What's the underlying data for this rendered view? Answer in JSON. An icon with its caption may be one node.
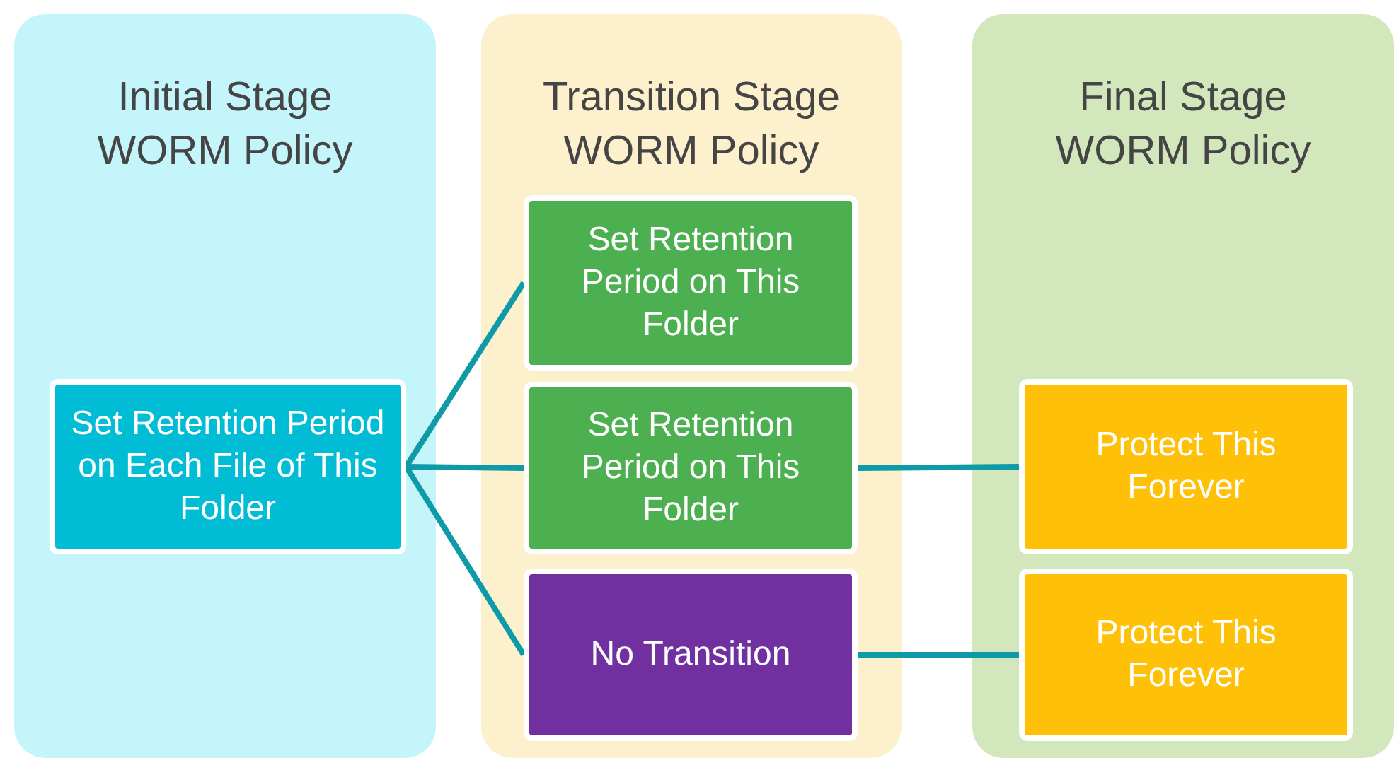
{
  "diagram": {
    "nodes": [
      {
        "text": [
          "Initial Stage WORM Policy"
        ]
      },
      {
        "text": [
          "Transition Stage WORM Policy"
        ]
      },
      {
        "text": [
          "Final Stage WORM Policy"
        ]
      },
      {
        "text": [
          "Set Retention Period on Each File of This Folder"
        ],
        "in": 0
      },
      {
        "text": [
          "Set Retention Period on This Folder"
        ],
        "in": 1
      },
      {
        "text": [
          "Set Retention Period on This Folder"
        ],
        "in": 1
      },
      {
        "text": [
          "No Transition"
        ],
        "in": 1
      },
      {
        "text": [
          "Protect This Forever"
        ],
        "in": 2
      },
      {
        "text": [
          "Protect This Forever"
        ],
        "in": 2
      }
    ],
    "edges": [
      {
        "from": 3,
        "to": 4,
        "arrow": "none"
      },
      {
        "from": 3,
        "to": 5,
        "arrow": "none"
      },
      {
        "from": 3,
        "to": 6,
        "arrow": "none"
      },
      {
        "from": 5,
        "to": 7,
        "arrow": "none"
      },
      {
        "from": 6,
        "to": 8,
        "arrow": "none"
      }
    ]
  }
}
